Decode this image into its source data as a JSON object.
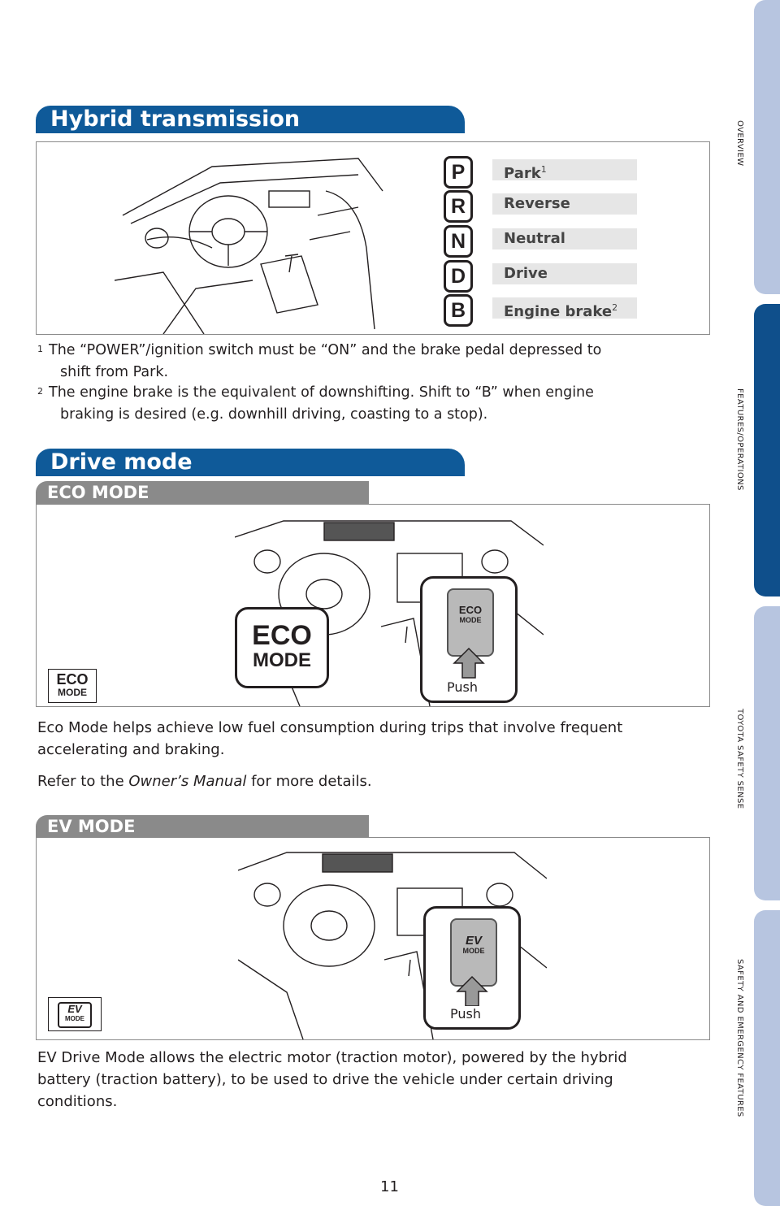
{
  "side_tabs": [
    {
      "label": "OVERVIEW",
      "active": false
    },
    {
      "label": "FEATURES/OPERATIONS",
      "active": true
    },
    {
      "label": "TOYOTA SAFETY SENSE",
      "active": false
    },
    {
      "label": "SAFETY AND EMERGENCY FEATURES",
      "active": false
    }
  ],
  "hybrid": {
    "title": "Hybrid transmission",
    "gears": [
      {
        "letter": "P",
        "label": "Park",
        "sup": "1"
      },
      {
        "letter": "R",
        "label": "Reverse",
        "sup": ""
      },
      {
        "letter": "N",
        "label": "Neutral",
        "sup": ""
      },
      {
        "letter": "D",
        "label": "Drive",
        "sup": ""
      },
      {
        "letter": "B",
        "label": "Engine brake",
        "sup": "2"
      }
    ],
    "footnotes": [
      {
        "num": "1",
        "line1": "The “POWER”/ignition switch must be “ON” and the brake pedal depressed to",
        "line2": "shift from Park."
      },
      {
        "num": "2",
        "line1": "The engine brake is the equivalent of downshifting. Shift to “B” when engine",
        "line2": "braking is desired (e.g. downhill driving, coasting to a stop)."
      }
    ]
  },
  "drive_mode": {
    "title": "Drive mode",
    "eco": {
      "subtitle": "ECO MODE",
      "button_line1": "ECO",
      "button_line2": "MODE",
      "push_label": "Push",
      "text1": "Eco Mode helps achieve low fuel consumption during trips that involve frequent",
      "text2": "accelerating and braking.",
      "refer_prefix": "Refer to the ",
      "refer_manual": "Owner’s Manual",
      "refer_suffix": " for more details."
    },
    "ev": {
      "subtitle": "EV MODE",
      "button_line1": "EV",
      "button_line2": "MODE",
      "push_label": "Push",
      "text1": "EV Drive Mode allows the electric motor (traction motor), powered by the hybrid",
      "text2": "battery (traction battery), to be used to drive the vehicle under certain driving",
      "text3": "conditions."
    }
  },
  "page_number": "11",
  "colors": {
    "banner_blue": "#0f5a99",
    "tab_light": "#b7c5e0",
    "tab_active": "#0f4f8b",
    "subbanner_gray": "#8a8a8a"
  }
}
